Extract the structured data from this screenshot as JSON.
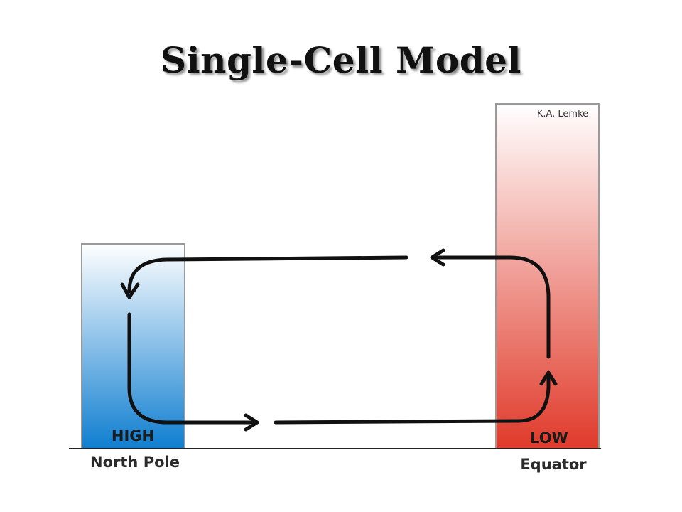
{
  "title": "Single-Cell Model",
  "credit": "K.A. Lemke",
  "left_column": {
    "pressure": "HIGH",
    "location": "North Pole",
    "gradient": [
      "#ffffff",
      "#0f7ed0"
    ]
  },
  "right_column": {
    "pressure": "LOW",
    "location": "Equator",
    "gradient": [
      "#ffffff",
      "#e03a2a"
    ]
  },
  "colors": {
    "arrow": "#111111",
    "ground": "#222222",
    "column_border": "#9a9a9a"
  }
}
